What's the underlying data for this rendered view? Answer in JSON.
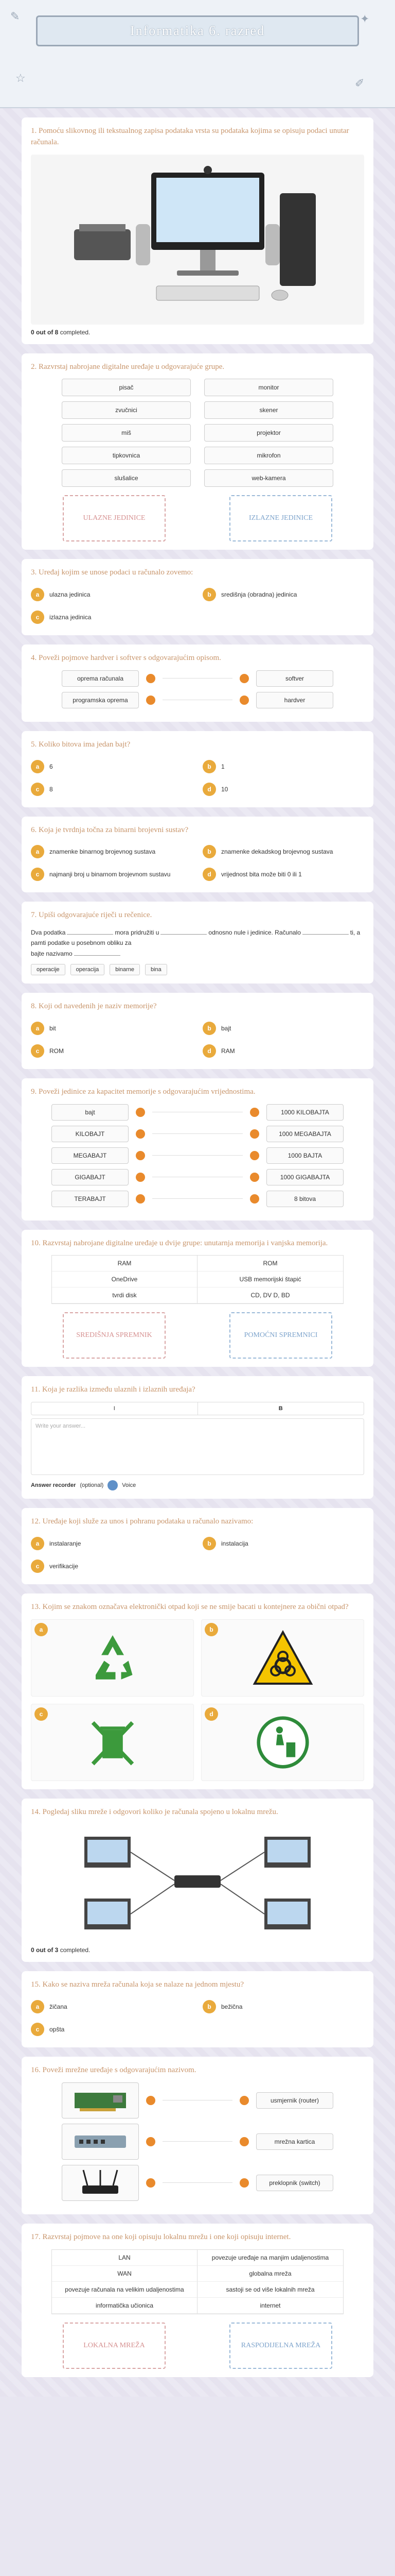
{
  "header": {
    "title": "Informatika 6. razred"
  },
  "q1": {
    "title": "1. Pomoću slikovnog ili tekstualnog zapisa podataka vrsta su podataka kojima se opisuju podaci unutar računala.",
    "score_prefix": "0 out of 8",
    "score_suffix": "completed."
  },
  "q2": {
    "title": "2. Razvrstaj nabrojane digitalne uređaje u odgovarajuće grupe.",
    "items": [
      "pisač",
      "monitor",
      "zvučnici",
      "skener",
      "miš",
      "projektor",
      "tipkovnica",
      "mikrofon",
      "slušalice",
      "web-kamera"
    ],
    "zone_left": "ULAZNE JEDINICE",
    "zone_right": "IZLAZNE JEDINICE"
  },
  "q3": {
    "title": "3. Uređaj kojim se unose podaci u računalo zovemo:",
    "options": [
      {
        "letter": "a",
        "text": "ulazna jedinica"
      },
      {
        "letter": "b",
        "text": "središnja (obradna) jedinica"
      },
      {
        "letter": "c",
        "text": "izlazna jedinica"
      }
    ]
  },
  "q4": {
    "title": "4. Poveži pojmove hardver i softver s odgovarajućim opisom.",
    "left": [
      "oprema računala",
      "programska oprema"
    ],
    "right": [
      "softver",
      "hardver"
    ]
  },
  "q5": {
    "title": "5. Koliko bitova ima jedan bajt?",
    "options": [
      {
        "letter": "a",
        "text": "6"
      },
      {
        "letter": "b",
        "text": "1"
      },
      {
        "letter": "c",
        "text": "8"
      },
      {
        "letter": "d",
        "text": "10"
      }
    ]
  },
  "q6": {
    "title": "6. Koja je tvrdnja točna za binarni brojevni sustav?",
    "options": [
      {
        "letter": "a",
        "text": "znamenke binarnog brojevnog sustava"
      },
      {
        "letter": "b",
        "text": "znamenke dekadskog brojevnog sustava"
      },
      {
        "letter": "c",
        "text": "najmanji broj u binarnom brojevnom sustavu"
      },
      {
        "letter": "d",
        "text": "vrijednost bita može biti 0 ili 1"
      }
    ]
  },
  "q7": {
    "title": "7. Upiši odgovarajuće riječi u rečenice.",
    "text_a": "Dva podatka",
    "text_b": "mora pridružiti u",
    "text_c": "odnosno nule i jedinice. Računalo",
    "text_d": "ti, a pamti podatke u posebnom obliku za",
    "text_e": "bajte nazivamo",
    "chips": [
      "operacije",
      "operacija",
      "binarne",
      "bina"
    ]
  },
  "q8": {
    "title": "8. Koji od navedenih je naziv memorije?",
    "options": [
      {
        "letter": "a",
        "text": "bit"
      },
      {
        "letter": "b",
        "text": "bajt"
      },
      {
        "letter": "c",
        "text": "ROM"
      },
      {
        "letter": "d",
        "text": "RAM"
      }
    ]
  },
  "q9": {
    "title": "9. Poveži jedinice za kapacitet memorije s odgovarajućim vrijednostima.",
    "left": [
      "bajt",
      "KILOBAJT",
      "MEGABAJT",
      "GIGABAJT",
      "TERABAJT"
    ],
    "right": [
      "1000 KILOBAJTA",
      "1000 MEGABAJTA",
      "1000 BAJTA",
      "1000 GIGABAJTA",
      "8 bitova"
    ]
  },
  "q10": {
    "title": "10. Razvrstaj nabrojane digitalne uređaje u dvije grupe: unutarnja memorija i vanjska memorija.",
    "rows": [
      [
        "RAM",
        "ROM"
      ],
      [
        "OneDrive",
        "USB memorijski štapić"
      ],
      [
        "tvrdi disk",
        "CD, DV D, BD"
      ]
    ],
    "zone_left": "SREDIŠNJA SPREMNIK",
    "zone_right": "POMOĆNI SPREMNICI"
  },
  "q11": {
    "title": "11. Koja je razlika između ulaznih i izlaznih uređaja?",
    "col_left": "I",
    "col_right": "B",
    "placeholder": "Write your answer...",
    "recorder_label": "Answer recorder",
    "recorder_hint": "(optional)",
    "voice_label": "Voice"
  },
  "q12": {
    "title": "12. Uređaje koji služe za unos i pohranu podataka u računalo nazivamo:",
    "options": [
      {
        "letter": "a",
        "text": "instalaranje"
      },
      {
        "letter": "b",
        "text": "instalacija"
      },
      {
        "letter": "c",
        "text": "verifikacije"
      }
    ]
  },
  "q13": {
    "title": "13. Kojim se znakom označava elektronički otpad koji se ne smije bacati u kontejnere za obični otpad?",
    "letters": [
      "a",
      "b",
      "c",
      "d"
    ]
  },
  "q14": {
    "title": "14. Pogledaj sliku mreže i odgovori koliko je računala spojeno u lokalnu mrežu.",
    "score_prefix": "0 out of 3",
    "score_suffix": "completed."
  },
  "q15": {
    "title": "15. Kako se naziva mreža računala koja se nalaze na jednom mjestu?",
    "options": [
      {
        "letter": "a",
        "text": "žičana"
      },
      {
        "letter": "b",
        "text": "bežična"
      },
      {
        "letter": "c",
        "text": "opšta"
      }
    ]
  },
  "q16": {
    "title": "16. Poveži mrežne uređaje s odgovarajućim nazivom.",
    "right": [
      "usmjernik (router)",
      "mrežna kartica",
      "preklopnik (switch)"
    ]
  },
  "q17": {
    "title": "17. Razvrstaj pojmove na one koji opisuju lokalnu mrežu i one koji opisuju internet.",
    "rows": [
      [
        "LAN",
        "povezuje uređaje na manjim udaljenostima"
      ],
      [
        "WAN",
        "globalna mreža"
      ],
      [
        "povezuje računala na velikim udaljenostima",
        "sastoji se od više lokalnih mreža"
      ],
      [
        "informatička učionica",
        "internet"
      ]
    ],
    "zone_left": "LOKALNA MREŽA",
    "zone_right": "RASPODIJELNA MREŽA"
  }
}
